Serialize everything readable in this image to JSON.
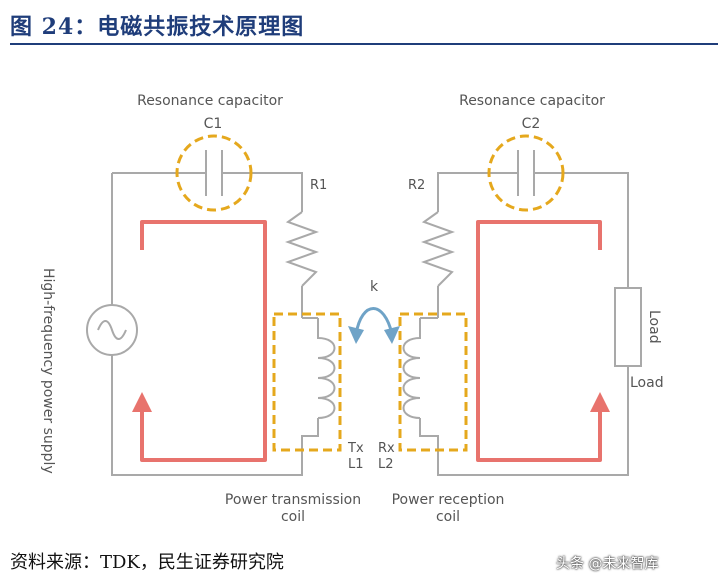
{
  "figure": {
    "title": "图 24：电磁共振技术原理图"
  },
  "diagram": {
    "left": {
      "capacitor_label": "Resonance capacitor",
      "capacitor_id": "C1",
      "resistor_id": "R1",
      "supply_label": "High-frequency power supply",
      "coil_tx": "Tx",
      "coil_l": "L1",
      "coil_caption_line1": "Power transmission",
      "coil_caption_line2": "coil"
    },
    "right": {
      "capacitor_label": "Resonance capacitor",
      "capacitor_id": "C2",
      "resistor_id": "R2",
      "load_rotated": "Load",
      "load_label": "Load",
      "coil_rx": "Rx",
      "coil_l": "L2",
      "coil_caption_line1": "Power reception",
      "coil_caption_line2": "coil"
    },
    "coupling_label": "k",
    "colors": {
      "wire": "#a9a9a9",
      "current_loop": "#e8736d",
      "highlight_dashed": "#e5a81d",
      "coupling_arrow": "#6fa3c7"
    }
  },
  "footer": {
    "source": "资料来源：TDK，民生证券研究院",
    "watermark": "头条 @未来智库"
  }
}
